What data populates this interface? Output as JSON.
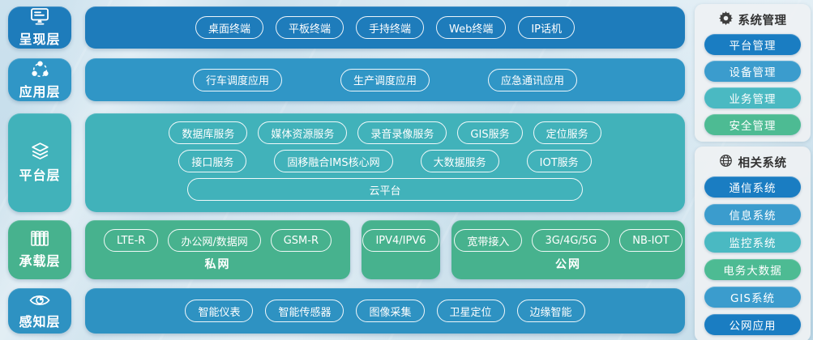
{
  "layers": [
    {
      "label": "呈现层",
      "icon": "monitor-icon",
      "color": "#1E7CBB",
      "pills": [
        "桌面终端",
        "平板终端",
        "手持终端",
        "Web终端",
        "IP话机"
      ]
    },
    {
      "label": "应用层",
      "icon": "share-icon",
      "color": "#3096C6",
      "pills": [
        "行车调度应用",
        "生产调度应用",
        "应急通讯应用"
      ]
    },
    {
      "label": "平台层",
      "icon": "layers-icon",
      "color": "#41B2BA",
      "rows": [
        [
          "数据库服务",
          "媒体资源服务",
          "录音录像服务",
          "GIS服务",
          "定位服务"
        ],
        [
          "接口服务",
          "固移融合IMS核心网",
          "大数据服务",
          "IOT服务"
        ],
        [
          "云平台"
        ]
      ]
    },
    {
      "label": "承载层",
      "icon": "racks-icon",
      "color": "#47B28E",
      "groups": [
        {
          "pills": [
            "LTE-R",
            "办公网/数据网",
            "GSM-R"
          ],
          "label": "私网"
        },
        {
          "pills": [
            "IPV4/IPV6"
          ],
          "label": ""
        },
        {
          "pills": [
            "宽带接入",
            "3G/4G/5G",
            "NB-IOT"
          ],
          "label": "公网"
        }
      ]
    },
    {
      "label": "感知层",
      "icon": "eye-icon",
      "color": "#2E92C2",
      "pills": [
        "智能仪表",
        "智能传感器",
        "图像采集",
        "卫星定位",
        "边缘智能"
      ]
    }
  ],
  "sidebar": {
    "panels": [
      {
        "title": "系统管理",
        "icon": "gear-icon",
        "items": [
          {
            "label": "平台管理",
            "color": "#1A7DC2"
          },
          {
            "label": "设备管理",
            "color": "#3B9CCD"
          },
          {
            "label": "业务管理",
            "color": "#4AB9C2"
          },
          {
            "label": "安全管理",
            "color": "#4DBB93"
          }
        ]
      },
      {
        "title": "相关系统",
        "icon": "globe-icon",
        "items": [
          {
            "label": "通信系统",
            "color": "#1A7DC2"
          },
          {
            "label": "信息系统",
            "color": "#3B9CCD"
          },
          {
            "label": "监控系统",
            "color": "#4AB9C2"
          },
          {
            "label": "电务大数据",
            "color": "#4DBB93"
          },
          {
            "label": "GIS系统",
            "color": "#3B9CCD"
          },
          {
            "label": "公网应用",
            "color": "#1A7DC2"
          }
        ]
      }
    ]
  }
}
